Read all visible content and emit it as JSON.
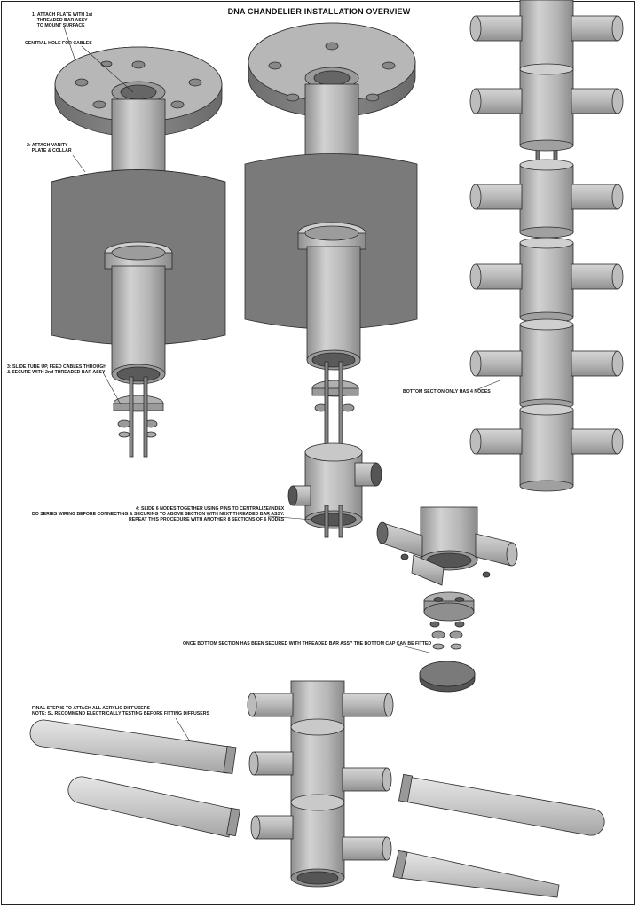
{
  "title": "DNA CHANDELIER INSTALLATION OVERVIEW",
  "notes": {
    "step1": "1: ATTACH PLATE WITH 1st\n    THREADED BAR ASSY\n    TO MOUNT SURFACE",
    "central_hole": "CENTRAL HOLE FOR CABLES",
    "step2": "2: ATTACH VANITY\n    PLATE & COLLAR",
    "step3": "3: SLIDE TUBE UP, FEED CABLES THROUGH\n& SECURE WITH 2nd THREADED BAR ASSY",
    "bottom_section": "BOTTOM SECTION ONLY HAS 4 NODES",
    "step4": "4: SLIDE 6 NODES TOGETHER USING PINS TO CENTRALIZE/INDEX\nDO SERIES WIRING BEFORE CONNECTING & SECURING TO ABOVE SECTION WITH NEXT THREADED BAR ASSY.\nREPEAT THIS PROCEDURE WITH ANOTHER 8 SECTIONS OF 6 NODES",
    "bottom_cap": "ONCE BOTTOM SECTION HAS BEEN SECURED WITH THREADED BAR ASSY THE BOTTOM CAP CAN BE FITTED",
    "final_step": "FINAL STEP IS TO ATTACH ALL ACRYLIC DIFFUSERS\nNOTE: SL RECOMMEND ELECTRICALLY TESTING BEFORE FITTING DIFFUSERS"
  },
  "colors": {
    "metal": "#b9b9b9",
    "metal_dark": "#8e8e8e",
    "metal_light": "#d8d8d8",
    "plate_dark": "#777777",
    "line": "#2a2a2a"
  }
}
